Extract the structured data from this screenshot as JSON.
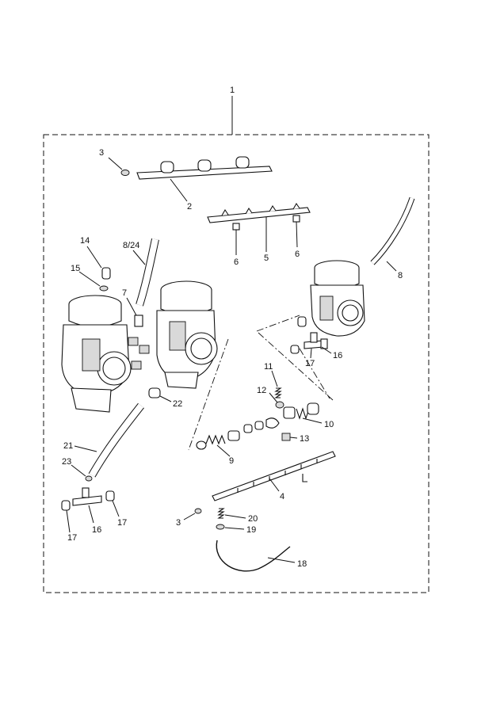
{
  "diagram": {
    "callouts": {
      "c1": "1",
      "c2": "2",
      "c3a": "3",
      "c3b": "3",
      "c4": "4",
      "c5": "5",
      "c6a": "6",
      "c6b": "6",
      "c7": "7",
      "c8": "8",
      "c824": "8/24",
      "c9": "9",
      "c10": "10",
      "c11": "11",
      "c12": "12",
      "c13": "13",
      "c14": "14",
      "c15": "15",
      "c16a": "16",
      "c16b": "16",
      "c17a": "17",
      "c17b": "17",
      "c17c": "17",
      "c18": "18",
      "c19": "19",
      "c20": "20",
      "c21": "21",
      "c22": "22",
      "c23": "23"
    }
  }
}
